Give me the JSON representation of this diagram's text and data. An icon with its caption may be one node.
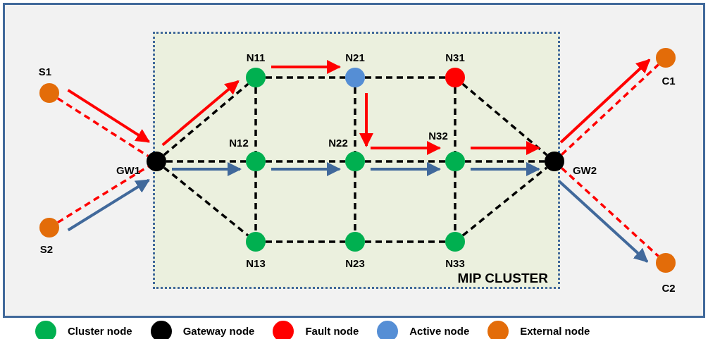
{
  "diagram": {
    "nodes": [
      {
        "text": [
          "MIP CLUSTER"
        ]
      },
      {
        "text": [
          "S1"
        ]
      },
      {
        "text": [
          "S2"
        ]
      },
      {
        "text": [
          "GW1"
        ]
      },
      {
        "text": [
          "N11"
        ],
        "in": 0
      },
      {
        "text": [
          "N12"
        ],
        "in": 0
      },
      {
        "text": [
          "N13"
        ],
        "in": 0
      },
      {
        "text": [
          "N21"
        ],
        "in": 0
      },
      {
        "text": [
          "N22"
        ],
        "in": 0
      },
      {
        "text": [
          "N23"
        ],
        "in": 0
      },
      {
        "text": [
          "N31"
        ],
        "in": 0
      },
      {
        "text": [
          "N32"
        ],
        "in": 0
      },
      {
        "text": [
          "N33"
        ],
        "in": 0
      },
      {
        "text": [
          "GW2"
        ]
      },
      {
        "text": [
          "C1"
        ]
      },
      {
        "text": [
          "C2"
        ]
      }
    ],
    "edges": [
      {
        "from": 1,
        "to": 3,
        "arrow": "none",
        "style": "dashed",
        "color": "#ff0000"
      },
      {
        "from": 2,
        "to": 3,
        "arrow": "none",
        "style": "dashed",
        "color": "#ff0000"
      },
      {
        "from": 3,
        "to": 4,
        "arrow": "none",
        "style": "dashed"
      },
      {
        "from": 3,
        "to": 5,
        "arrow": "none",
        "style": "dashed"
      },
      {
        "from": 3,
        "to": 6,
        "arrow": "none",
        "style": "dashed"
      },
      {
        "from": 4,
        "to": 7,
        "arrow": "none",
        "style": "dashed"
      },
      {
        "from": 7,
        "to": 10,
        "arrow": "none",
        "style": "dashed"
      },
      {
        "from": 5,
        "to": 8,
        "arrow": "none",
        "style": "dashed"
      },
      {
        "from": 8,
        "to": 11,
        "arrow": "none",
        "style": "dashed"
      },
      {
        "from": 11,
        "to": 13,
        "arrow": "none",
        "style": "dashed"
      },
      {
        "from": 6,
        "to": 9,
        "arrow": "none",
        "style": "dashed"
      },
      {
        "from": 9,
        "to": 12,
        "arrow": "none",
        "style": "dashed"
      },
      {
        "from": 10,
        "to": 13,
        "arrow": "none",
        "style": "dashed"
      },
      {
        "from": 12,
        "to": 13,
        "arrow": "none",
        "style": "dashed"
      },
      {
        "from": 4,
        "to": 5,
        "arrow": "none",
        "style": "dashed"
      },
      {
        "from": 5,
        "to": 6,
        "arrow": "none",
        "style": "dashed"
      },
      {
        "from": 7,
        "to": 8,
        "arrow": "none",
        "style": "dashed"
      },
      {
        "from": 8,
        "to": 9,
        "arrow": "none",
        "style": "dashed"
      },
      {
        "from": 10,
        "to": 11,
        "arrow": "none",
        "style": "dashed"
      },
      {
        "from": 11,
        "to": 12,
        "arrow": "none",
        "style": "dashed"
      },
      {
        "from": 13,
        "to": 14,
        "arrow": "none",
        "style": "dashed",
        "color": "#ff0000"
      },
      {
        "from": 13,
        "to": 15,
        "arrow": "none",
        "style": "dashed",
        "color": "#ff0000"
      },
      {
        "from": 1,
        "to": 3,
        "arrow": "to",
        "color": "#ff0000"
      },
      {
        "from": 2,
        "to": 3,
        "arrow": "to",
        "color": "#41699b"
      },
      {
        "from": 3,
        "to": 4,
        "arrow": "to",
        "color": "#ff0000"
      },
      {
        "from": 4,
        "to": 7,
        "arrow": "to",
        "color": "#ff0000"
      },
      {
        "from": 7,
        "to": 8,
        "arrow": "to",
        "color": "#ff0000"
      },
      {
        "from": 8,
        "to": 11,
        "arrow": "to",
        "color": "#ff0000"
      },
      {
        "from": 11,
        "to": 13,
        "arrow": "to",
        "color": "#ff0000"
      },
      {
        "from": 13,
        "to": 14,
        "arrow": "to",
        "color": "#ff0000"
      },
      {
        "from": 3,
        "to": 5,
        "arrow": "to",
        "color": "#41699b"
      },
      {
        "from": 5,
        "to": 8,
        "arrow": "to",
        "color": "#41699b"
      },
      {
        "from": 8,
        "to": 11,
        "arrow": "to",
        "color": "#41699b"
      },
      {
        "from": 11,
        "to": 13,
        "arrow": "to",
        "color": "#41699b"
      },
      {
        "from": 13,
        "to": 15,
        "arrow": "to",
        "color": "#41699b"
      }
    ],
    "legend": [
      {
        "text": "Cluster node",
        "color": "#00b050"
      },
      {
        "text": "Gateway node",
        "color": "#000000"
      },
      {
        "text": "Fault node",
        "color": "#ff0000"
      },
      {
        "text": "Active node",
        "color": "#558ed5"
      },
      {
        "text": "External node",
        "color": "#e36c09"
      }
    ]
  }
}
